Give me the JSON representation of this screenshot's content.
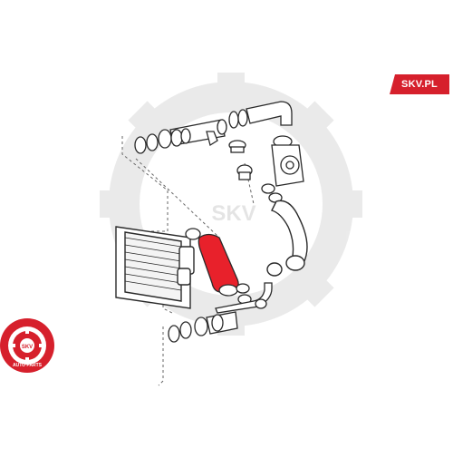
{
  "brand": {
    "label": "SKV.PL",
    "color": "#d6202c"
  },
  "watermark": {
    "text": "SKV"
  },
  "seal": {
    "text": "AUTO PARTS",
    "inner_text": "SKV",
    "color": "#d6202c"
  },
  "diagram": {
    "highlight_part": "intercooler-hose",
    "highlight_color": "#e8212b",
    "line_color": "#2a2a2a"
  }
}
